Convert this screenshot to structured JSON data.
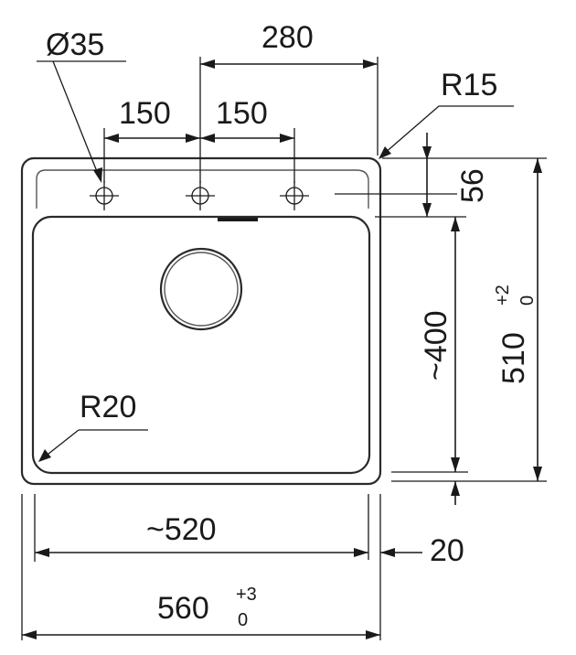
{
  "labels": {
    "hole_diameter": "Ø35",
    "overall_top_width": "280",
    "hole_spacing_left": "150",
    "hole_spacing_right": "150",
    "corner_radius_outer": "R15",
    "ledge_depth": "56",
    "bowl_length": "~400",
    "overall_depth": "510",
    "overall_depth_tol_upper": "+2",
    "overall_depth_tol_lower": "0",
    "corner_radius_bowl": "R20",
    "bowl_width": "~520",
    "edge_offset": "20",
    "overall_width": "560",
    "overall_width_tol_upper": "+3",
    "overall_width_tol_lower": "0"
  },
  "colors": {
    "line": "#1a1a1a",
    "outline": "#2a2a2a",
    "background": "#ffffff"
  }
}
